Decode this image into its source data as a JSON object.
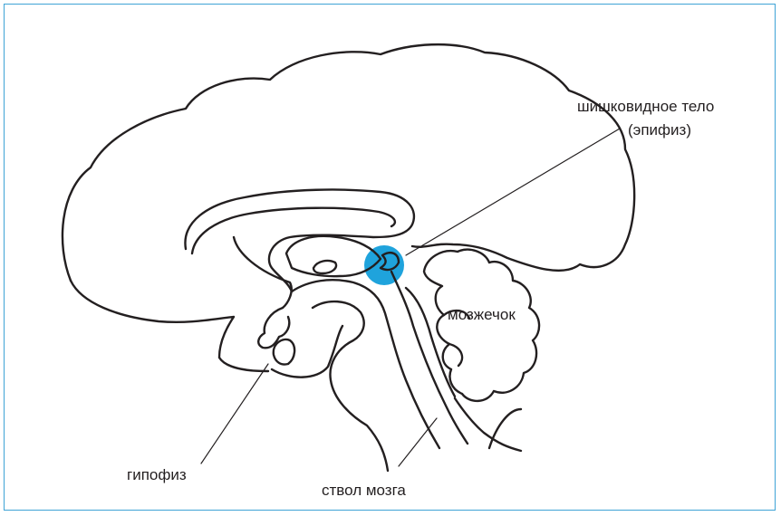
{
  "labels": {
    "pineal_line1": "шишковидное тело",
    "pineal_line2": "(эпифиз)",
    "cerebellum": "мозжечок",
    "pituitary": "гипофиз",
    "brainstem": "ствол мозга"
  },
  "colors": {
    "frame": "#3ea3d6",
    "highlight": "#1fa3dc",
    "ink": "#231f20"
  }
}
